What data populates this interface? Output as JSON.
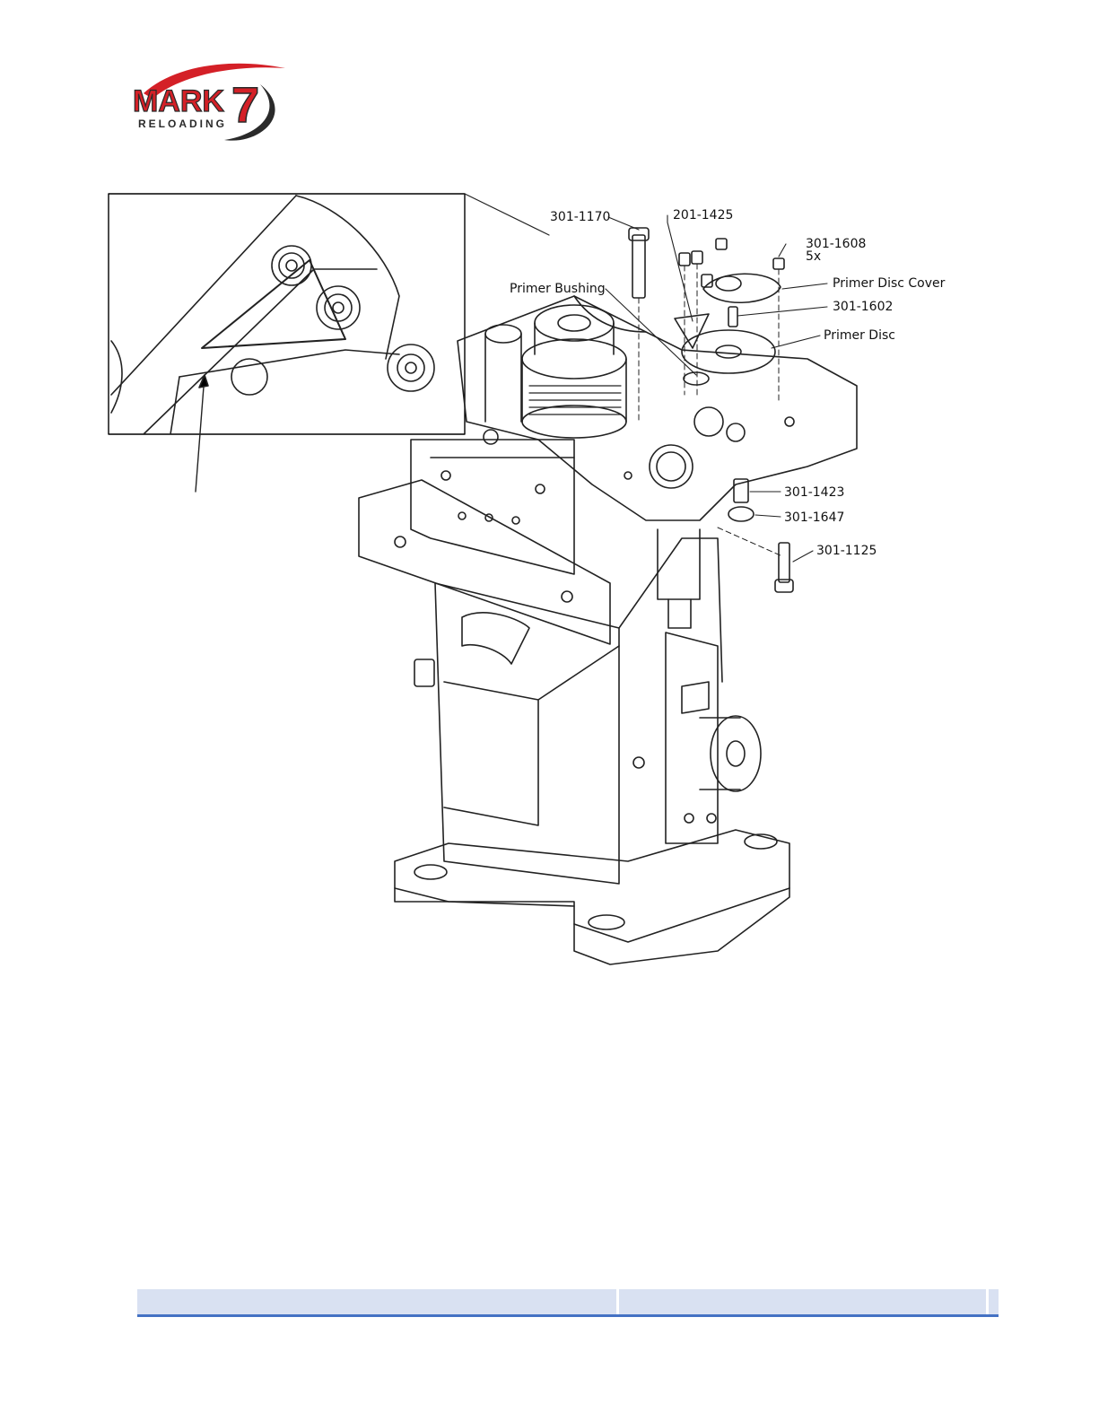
{
  "logo": {
    "brand": "MARK",
    "numeral": "7",
    "tagline": "RELOADING"
  },
  "callouts": {
    "part_301_1170": "301-1170",
    "part_201_1425": "201-1425",
    "part_301_1608": "301-1608",
    "qty_5x": "5x",
    "primer_disc_cover": "Primer Disc Cover",
    "primer_bushing": "Primer Bushing",
    "part_301_1602": "301-1602",
    "primer_disc": "Primer Disc",
    "part_301_1423": "301-1423",
    "part_301_1647": "301-1647",
    "part_301_1125": "301-1125"
  },
  "colors": {
    "logo_red": "#d42027",
    "logo_dark": "#2a2a2a",
    "footer_fill": "#d9e1f2",
    "footer_rule": "#4472c4"
  }
}
